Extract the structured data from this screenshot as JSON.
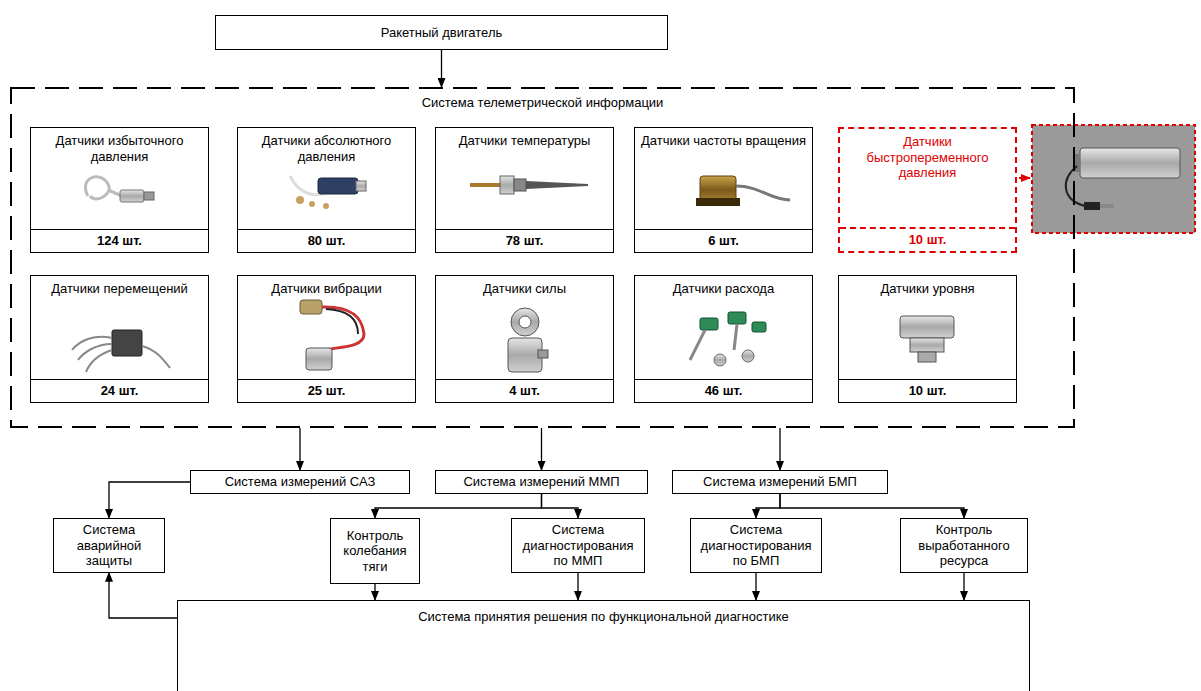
{
  "diagram": {
    "nodes": [
      {
        "text": [
          "Ракетный двигатель"
        ]
      },
      {
        "text": [
          "Система телеметрической информации"
        ]
      },
      {
        "text": [
          "Датчики избыточного давления",
          "124 шт."
        ],
        "in": 1
      },
      {
        "text": [
          "Датчики абсолютного давления",
          "80 шт."
        ],
        "in": 1
      },
      {
        "text": [
          "Датчики температуры",
          "78 шт."
        ],
        "in": 1
      },
      {
        "text": [
          "Датчики частоты вращения",
          "6 шт."
        ],
        "in": 1
      },
      {
        "text": [
          "Датчики быстропеременного давления",
          "10 шт."
        ],
        "in": 1
      },
      {
        "text": [
          "Датчики перемещений",
          "24 шт."
        ],
        "in": 1
      },
      {
        "text": [
          "Датчики вибрации",
          "25 шт."
        ],
        "in": 1
      },
      {
        "text": [
          "Датчики силы",
          "4 шт."
        ],
        "in": 1
      },
      {
        "text": [
          "Датчики расхода",
          "46 шт."
        ],
        "in": 1
      },
      {
        "text": [
          "Датчики уровня",
          "10 шт."
        ],
        "in": 1
      },
      {
        "text": [
          "Система измерений САЗ"
        ]
      },
      {
        "text": [
          "Система измерений ММП"
        ]
      },
      {
        "text": [
          "Система измерений БМП"
        ]
      },
      {
        "text": [
          "Система аварийной защиты"
        ]
      },
      {
        "text": [
          "Контроль колебания тяги"
        ]
      },
      {
        "text": [
          "Система диагностирования по ММП"
        ]
      },
      {
        "text": [
          "Система диагностирования по БМП"
        ]
      },
      {
        "text": [
          "Контроль выработанного ресурса"
        ]
      },
      {
        "text": [
          "Система принятия решения по функциональной диагностике"
        ]
      }
    ],
    "edges": [
      {
        "from": 0,
        "to": 1,
        "arrow": "to"
      },
      {
        "from": 1,
        "to": 12,
        "arrow": "to"
      },
      {
        "from": 1,
        "to": 13,
        "arrow": "to"
      },
      {
        "from": 1,
        "to": 14,
        "arrow": "to"
      },
      {
        "from": 12,
        "to": 15,
        "arrow": "to"
      },
      {
        "from": 13,
        "to": 16,
        "arrow": "to"
      },
      {
        "from": 13,
        "to": 17,
        "arrow": "to"
      },
      {
        "from": 14,
        "to": 18,
        "arrow": "to"
      },
      {
        "from": 14,
        "to": 19,
        "arrow": "to"
      },
      {
        "from": 16,
        "to": 20,
        "arrow": "to"
      },
      {
        "from": 17,
        "to": 20,
        "arrow": "to"
      },
      {
        "from": 18,
        "to": 20,
        "arrow": "to"
      },
      {
        "from": 19,
        "to": 20,
        "arrow": "to"
      },
      {
        "from": 20,
        "to": 15,
        "arrow": "to"
      }
    ]
  }
}
